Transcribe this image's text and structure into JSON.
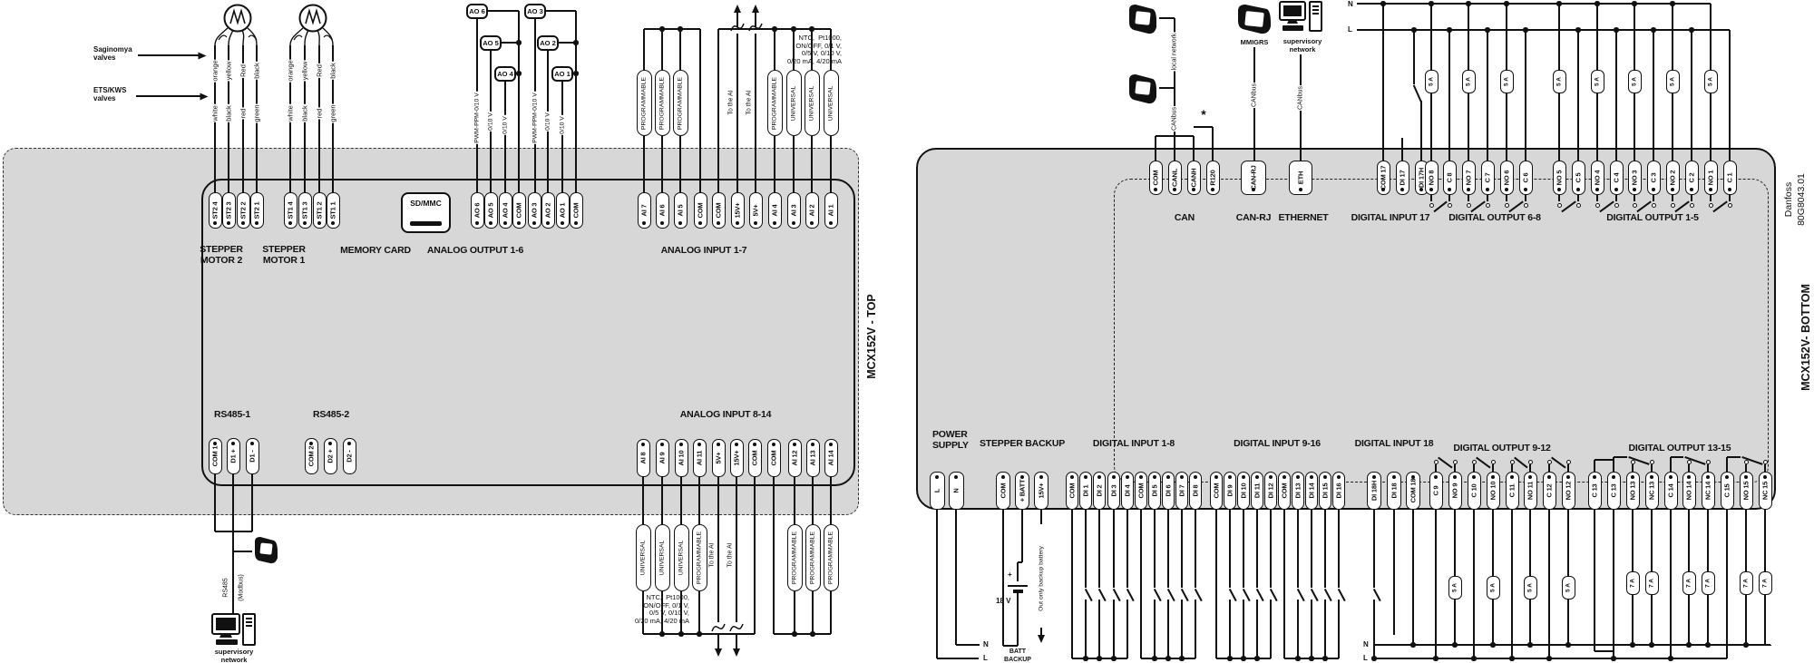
{
  "left": {
    "board_title": "MCX152V - TOP",
    "saginomya_label": "Saginomya\nvalves",
    "ets_label": "ETS/KWS\nvalves",
    "wire_colors_saginomya": [
      "orange",
      "yellow",
      "Red",
      "black"
    ],
    "wire_colors_ets": [
      "white",
      "black",
      "red",
      "green"
    ],
    "rs485_bus": [
      "RS485",
      "(Modbus)"
    ],
    "supervisory_label": "supervisory\nnetwork",
    "sections": {
      "stepper2": {
        "label": "STEPPER\nMOTOR 2",
        "terminals": [
          "ST2 4",
          "ST2 3",
          "ST2 2",
          "ST2 1"
        ]
      },
      "stepper1": {
        "label": "STEPPER\nMOTOR 1",
        "terminals": [
          "ST1 4",
          "ST1 3",
          "ST1 2",
          "ST1 1"
        ]
      },
      "memory_card": {
        "label": "MEMORY CARD",
        "slot_label": "SD/MMC"
      },
      "analog_output": {
        "label": "ANALOG OUTPUT 1-6",
        "terminals": [
          "AO 6",
          "AO 5",
          "AO 4",
          "COM",
          "AO 3",
          "AO 2",
          "AO 1",
          "COM"
        ],
        "callouts": [
          "AO 6",
          "AO 5",
          "AO 4",
          "AO 3",
          "AO 2",
          "AO 1"
        ],
        "signals": [
          "PWM-PPM-0/10 V",
          "0/10 V",
          "0/10 V",
          "PWM-PPM-0/10 V",
          "0/10 V",
          "0/10 V"
        ]
      },
      "analog_input_1_7": {
        "label": "ANALOG INPUT 1-7",
        "terminals": [
          "AI 7",
          "AI 6",
          "AI 5",
          "COM",
          "COM",
          "15V+",
          "5V+",
          "AI 4",
          "AI 3",
          "AI 2",
          "AI 1"
        ],
        "tags": [
          "PROGRAMMABLE",
          "PROGRAMMABLE",
          "PROGRAMMABLE",
          "PROGRAMMABLE",
          "UNIVERSAL",
          "UNIVERSAL",
          "UNIVERSAL"
        ],
        "to_ai": "To the AI",
        "note": [
          "NTC,  Pt1000,",
          "ON/OFF, 0/1 V,",
          "0/5 V, 0/10 V,",
          "0/20 mA, 4/20 mA"
        ]
      },
      "rs485_1": {
        "label": "RS485-1",
        "terminals": [
          "COM 1",
          "D1 +",
          "D1 -"
        ]
      },
      "rs485_2": {
        "label": "RS485-2",
        "terminals": [
          "COM 2",
          "D2 +",
          "D2 -"
        ]
      },
      "analog_input_8_14": {
        "label": "ANALOG INPUT 8-14",
        "terminals": [
          "AI 8",
          "AI 9",
          "AI 10",
          "AI 11",
          "5V+",
          "15V+",
          "COM",
          "COM",
          "AI 12",
          "AI 13",
          "AI 14"
        ],
        "tags": [
          "UNIVERSAL",
          "UNIVERSAL",
          "UNIVERSAL",
          "PROGRAMMABLE",
          "PROGRAMMABLE",
          "PROGRAMMABLE",
          "PROGRAMMABLE"
        ],
        "to_ai": "To the AI",
        "note": [
          "NTC,  Pt1000,",
          "ON/OFF, 0/1 V,",
          "0/5 V, 0/10 V,",
          "0/20 mA, 4/20 mA"
        ]
      }
    }
  },
  "right": {
    "board_title": "MCX152V- BOTTOM",
    "brand": "Danfoss",
    "doc_number": "80G8043.01",
    "local_network": "local network",
    "canbus": "CANbus",
    "asterisk": "*",
    "mmigrs_label": "MMIGRS",
    "supervisory_label": "supervisory\nnetwork",
    "n_label": "N",
    "l_label": "L",
    "sections": {
      "can": {
        "label": "CAN",
        "terminals": [
          "COM",
          "CANL",
          "CANH",
          "R120"
        ]
      },
      "can_rj": {
        "label": "CAN-RJ",
        "terminals": [
          "CAN-RJ"
        ]
      },
      "ethernet": {
        "label": "ETHERNET",
        "terminals": [
          "ETH"
        ]
      },
      "di17": {
        "label": "DIGITAL INPUT 17",
        "terminals": [
          "COM 17",
          "DI 17",
          "DI 17H"
        ]
      },
      "do_6_8": {
        "label": "DIGITAL OUTPUT 6-8",
        "terminals": [
          "NO 8",
          "C 8",
          "NO 7",
          "C 7",
          "NO 6",
          "C 6"
        ],
        "fuse": "5 A"
      },
      "do_1_5": {
        "label": "DIGITAL OUTPUT 1-5",
        "terminals": [
          "NO 5",
          "C 5",
          "NO 4",
          "C 4",
          "NO 3",
          "C 3",
          "NO 2",
          "C 2",
          "NO 1",
          "C 1"
        ],
        "fuse": "5 A"
      },
      "power": {
        "label": "POWER\nSUPPLY",
        "terminals": [
          "L",
          "N"
        ]
      },
      "stepper_backup": {
        "label": "STEPPER BACKUP",
        "terminals": [
          "COM",
          "+ BATT",
          "15V+"
        ],
        "plus": "+",
        "battery_voltage": "18 V",
        "batt_label": "BATT\nBACKUP",
        "out_only": "Out only backup battery"
      },
      "di_1_8": {
        "label": "DIGITAL INPUT 1-8",
        "terminals": [
          "COM",
          "DI 1",
          "DI 2",
          "DI 3",
          "DI 4",
          "COM",
          "DI 5",
          "DI 6",
          "DI 7",
          "DI 8"
        ]
      },
      "di_9_16": {
        "label": "DIGITAL INPUT 9-16",
        "terminals": [
          "COM",
          "DI 9",
          "DI 10",
          "DI 11",
          "DI 12",
          "COM",
          "DI 13",
          "DI 14",
          "DI 15",
          "DI 16"
        ]
      },
      "di18": {
        "label": "DIGITAL INPUT 18",
        "terminals": [
          "DI 18H",
          "DI 18",
          "COM 18"
        ]
      },
      "do_9_12": {
        "label": "DIGITAL OUTPUT 9-12",
        "terminals": [
          "C 9",
          "NO 9",
          "C 10",
          "NO 10",
          "C 11",
          "NO 11",
          "C 12",
          "NO 12"
        ],
        "fuse": "5 A"
      },
      "do_13_15": {
        "label": "DIGITAL OUTPUT 13-15",
        "terminals": [
          "C 13",
          "C 13",
          "NO 13",
          "NC 13",
          "C 14",
          "NO 14",
          "NC 14",
          "C 15",
          "NO 15",
          "NC 15"
        ],
        "fuse": "7 A"
      }
    }
  }
}
